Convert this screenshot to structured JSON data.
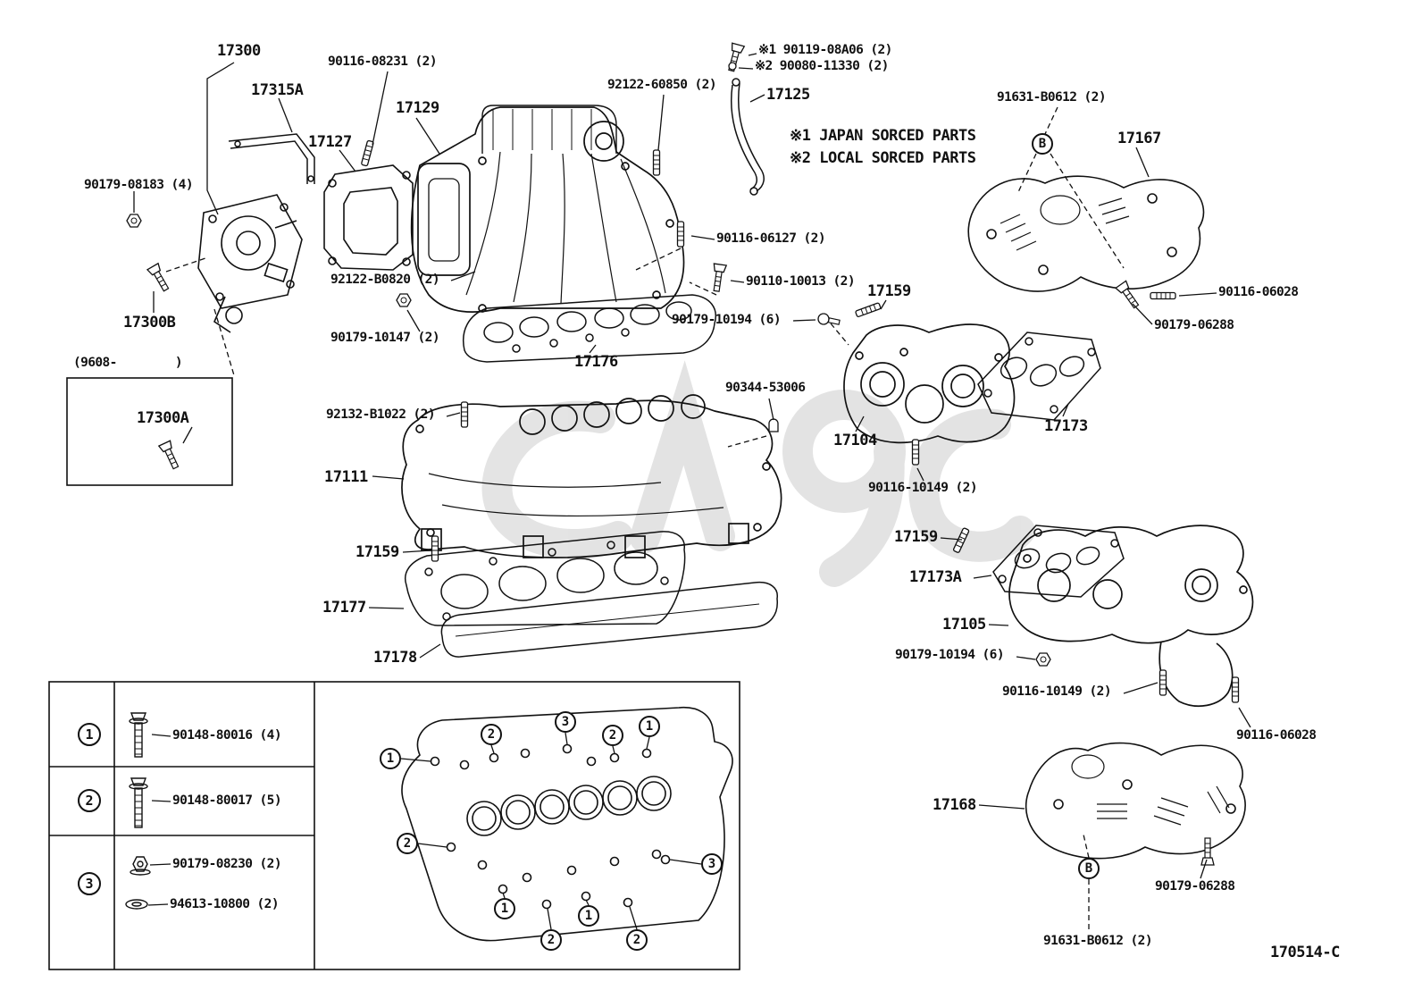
{
  "labels": [
    {
      "text": "17300"
    },
    {
      "text": "17315A"
    },
    {
      "text": "90116-08231 (2)"
    },
    {
      "text": "17129"
    },
    {
      "text": "17127"
    },
    {
      "text": "92122-60850 (2)"
    },
    {
      "text": "※1 90119-08A06 (2)"
    },
    {
      "text": "※2 90080-11330 (2)"
    },
    {
      "text": "17125"
    },
    {
      "text": "91631-B0612 (2)"
    },
    {
      "text": "17167"
    },
    {
      "text": "※1 JAPAN SORCED PARTS"
    },
    {
      "text": "※2 LOCAL SORCED PARTS"
    },
    {
      "text": "90179-08183 (4)"
    },
    {
      "text": "92122-B0820 (2)"
    },
    {
      "text": "90116-06127 (2)"
    },
    {
      "text": "90110-10013 (2)"
    },
    {
      "text": "17159"
    },
    {
      "text": "90116-06028"
    },
    {
      "text": "90179-10194 (6)"
    },
    {
      "text": "90179-06288"
    },
    {
      "text": "17300B"
    },
    {
      "text": "90179-10147 (2)"
    },
    {
      "text": "17176"
    },
    {
      "text": "(9608-        )"
    },
    {
      "text": "90344-53006"
    },
    {
      "text": "17104"
    },
    {
      "text": "17173"
    },
    {
      "text": "17300A"
    },
    {
      "text": "92132-B1022 (2)"
    },
    {
      "text": "17111"
    },
    {
      "text": "90116-10149 (2)"
    },
    {
      "text": "17159"
    },
    {
      "text": "17159"
    },
    {
      "text": "17173A"
    },
    {
      "text": "17177"
    },
    {
      "text": "17105"
    },
    {
      "text": "90179-10194 (6)"
    },
    {
      "text": "17178"
    },
    {
      "text": "90116-10149 (2)"
    },
    {
      "text": "90116-06028"
    },
    {
      "text": "17168"
    },
    {
      "text": "90179-06288"
    },
    {
      "text": "91631-B0612 (2)"
    },
    {
      "text": "170514-C"
    }
  ],
  "legend": {
    "rows": [
      {
        "symbol": "1",
        "parts": [
          "90148-80016 (4)"
        ]
      },
      {
        "symbol": "2",
        "parts": [
          "90148-80017 (5)"
        ]
      },
      {
        "symbol": "3",
        "parts": [
          "90179-08230 (2)",
          "94613-10800 (2)"
        ]
      }
    ]
  },
  "callouts": [
    {
      "n": "1"
    },
    {
      "n": "2"
    },
    {
      "n": "3"
    },
    {
      "n": "2"
    },
    {
      "n": "1"
    },
    {
      "n": "2"
    },
    {
      "n": "3"
    },
    {
      "n": "1"
    },
    {
      "n": "2"
    },
    {
      "n": "1"
    },
    {
      "n": "2"
    }
  ],
  "balloon_letters": [
    {
      "ch": "B"
    },
    {
      "ch": "B"
    }
  ],
  "colors": {
    "ink": "#111111",
    "background": "#ffffff",
    "watermark": "#cdcdcd"
  }
}
